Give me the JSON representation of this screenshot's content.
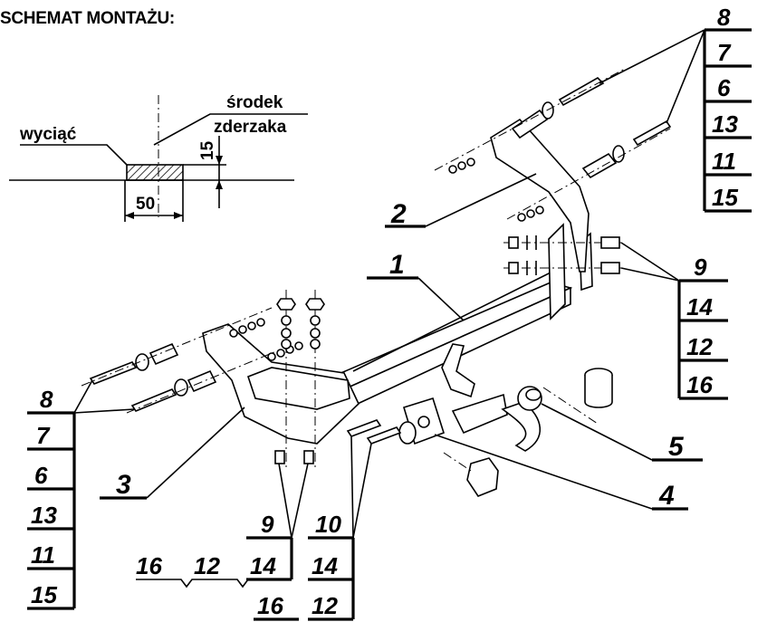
{
  "header": {
    "title": "SCHEMAT MONTAŻU:"
  },
  "detail": {
    "cut_label": "wyciąć",
    "center_label_1": "środek",
    "center_label_2": "zderzaka",
    "dim_height": "15",
    "dim_width": "50"
  },
  "callouts": {
    "main_bar": "1",
    "right_bracket": "2",
    "left_bracket": "3",
    "socket_plate": "4",
    "tow_ball": "5"
  },
  "tables": {
    "top_right": {
      "head": "8",
      "rows": [
        "7",
        "6",
        "13",
        "11",
        "15"
      ]
    },
    "mid_right": {
      "head": "9",
      "rows": [
        "14",
        "12",
        "16"
      ]
    },
    "left": {
      "head": "8",
      "rows": [
        "7",
        "6",
        "13",
        "11",
        "15"
      ]
    },
    "bottom_9": {
      "head": "9",
      "rows": [
        "14",
        "16"
      ]
    },
    "bottom_10": {
      "head": "10",
      "rows": [
        "14",
        "12"
      ]
    },
    "bottom_extra": [
      "16",
      "12"
    ]
  }
}
